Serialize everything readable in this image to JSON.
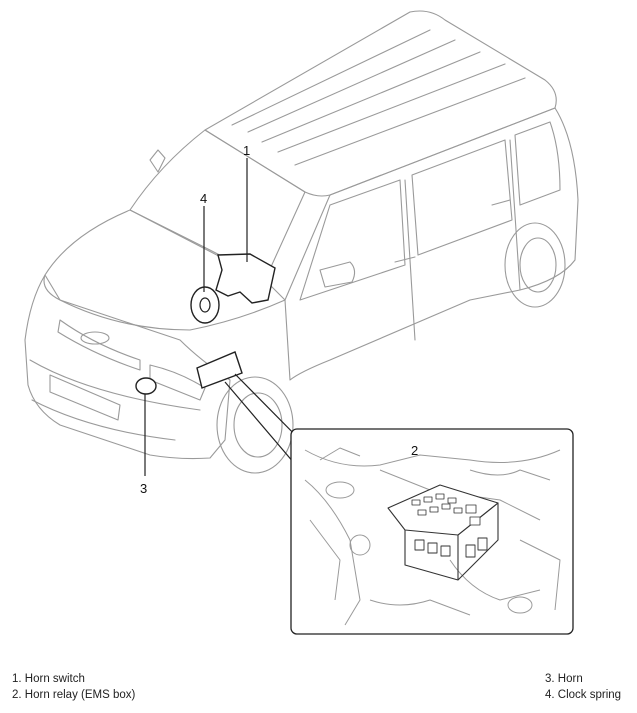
{
  "callouts": {
    "c1": "1",
    "c2": "2",
    "c3": "3",
    "c4": "4"
  },
  "legend": {
    "items": [
      "1. Horn switch",
      "2. Horn relay (EMS box)",
      "3. Horn",
      "4. Clock spring"
    ]
  }
}
